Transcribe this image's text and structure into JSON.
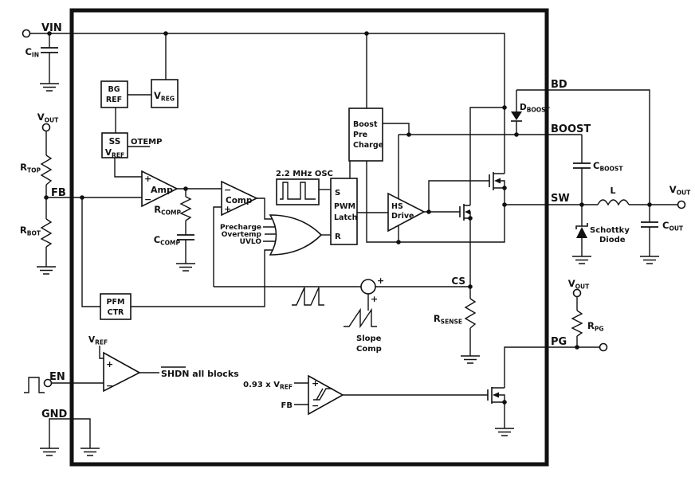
{
  "diagram": {
    "pins": {
      "vin": "VIN",
      "fb": "FB",
      "en": "EN",
      "gnd": "GND",
      "bd": "BD",
      "boost": "BOOST",
      "sw": "SW",
      "pg": "PG",
      "cs": "CS"
    },
    "parts": {
      "cin": {
        "m": "C",
        "s": "IN"
      },
      "vout": {
        "m": "V",
        "s": "OUT"
      },
      "rtop": {
        "m": "R",
        "s": "TOP"
      },
      "rbot": {
        "m": "R",
        "s": "BOT"
      },
      "vreg": {
        "m": "V",
        "s": "REG"
      },
      "vref": {
        "m": "V",
        "s": "REF"
      },
      "rcomp": {
        "m": "R",
        "s": "COMP"
      },
      "ccomp": {
        "m": "C",
        "s": "COMP"
      },
      "dboost": {
        "m": "D",
        "s": "BOOST"
      },
      "cboost": {
        "m": "C",
        "s": "BOOST"
      },
      "cout": {
        "m": "C",
        "s": "OUT"
      },
      "rsense": {
        "m": "R",
        "s": "SENSE"
      },
      "rpg": {
        "m": "R",
        "s": "PG"
      },
      "inductor": "L",
      "schottky1": "Schottky",
      "schottky2": "Diode"
    },
    "blocks": {
      "bg1": "BG",
      "bg2": "REF",
      "ss": "SS",
      "otemp": "OTEMP",
      "amp": "Amp",
      "comp": "Comp",
      "osc": "2.2 MHz OSC",
      "latch_s": "S",
      "latch1": "PWM",
      "latch2": "Latch",
      "latch_r": "R",
      "bpc1": "Boost",
      "bpc2": "Pre",
      "bpc3": "Charge",
      "hs1": "HS",
      "hs2": "Drive",
      "pfm1": "PFM",
      "pfm2": "CTR",
      "or1": "Precharge",
      "or2": "Overtemp",
      "or3": "UVLO",
      "slope1": "Slope",
      "slope2": "Comp",
      "shdn": "SHDN",
      "shdn_rest": " all blocks",
      "pgref": {
        "m": "0.93 x V",
        "s": "REF"
      },
      "pgfb": "FB"
    },
    "signs": {
      "plus": "+",
      "minus": "−"
    }
  }
}
